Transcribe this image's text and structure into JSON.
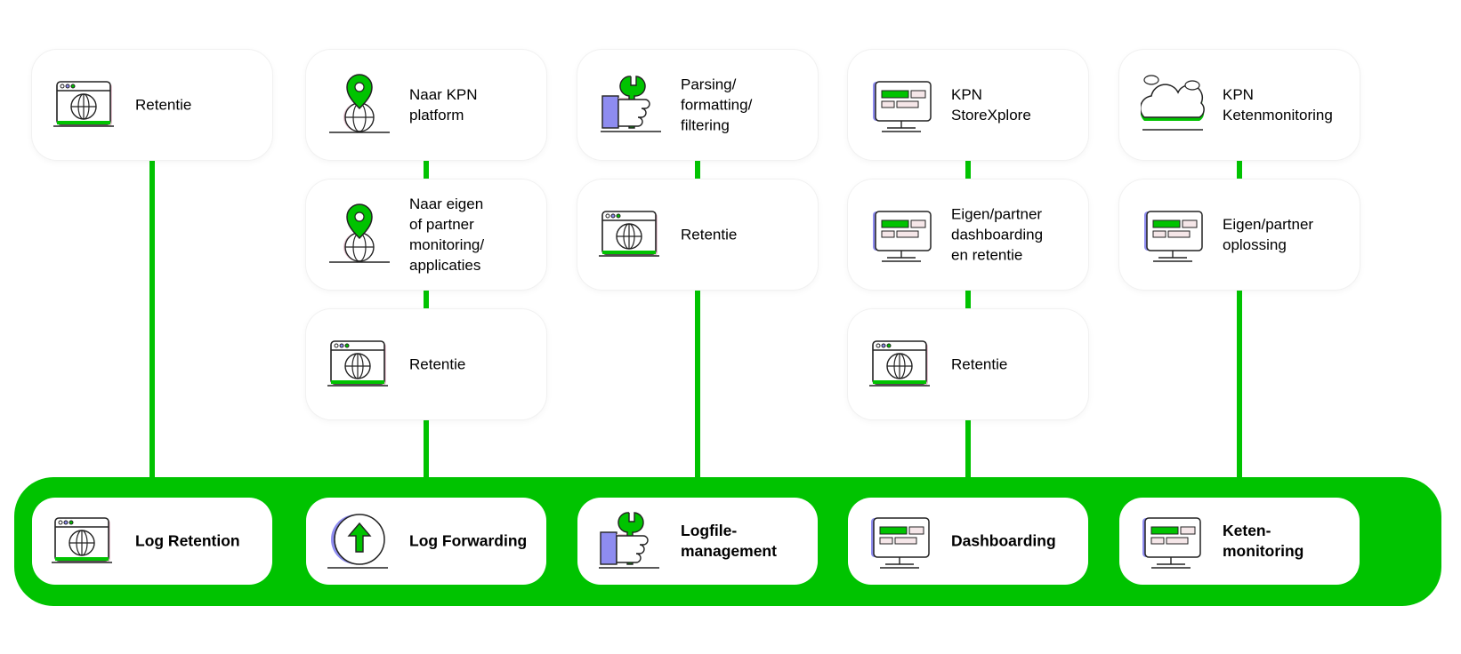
{
  "colors": {
    "accent": "#00c300",
    "purple": "#8e8cf0",
    "pink": "#e6c3d0"
  },
  "columns": [
    {
      "modules": [
        {
          "icon": "browser-globe-icon",
          "label": "Retentie"
        }
      ],
      "base": {
        "icon": "browser-globe-icon",
        "label": "Log Retention"
      }
    },
    {
      "modules": [
        {
          "icon": "location-globe-icon",
          "label": "Naar KPN\nplatform"
        },
        {
          "icon": "location-globe-icon",
          "label": "Naar eigen\nof partner\nmonitoring/\napplicaties"
        },
        {
          "icon": "browser-globe-icon",
          "label": "Retentie"
        }
      ],
      "base": {
        "icon": "upload-arrow-icon",
        "label": "Log Forwarding"
      }
    },
    {
      "modules": [
        {
          "icon": "wrench-hand-icon",
          "label": "Parsing/\nformatting/\nfiltering"
        },
        {
          "icon": "browser-globe-icon",
          "label": "Retentie"
        }
      ],
      "base": {
        "icon": "wrench-hand-icon",
        "label": "Logfile-\nmanagement"
      }
    },
    {
      "modules": [
        {
          "icon": "monitor-dashboard-icon",
          "label": "KPN\nStoreXplore"
        },
        {
          "icon": "monitor-dashboard-icon",
          "label": "Eigen/partner\ndashboarding\nen retentie"
        },
        {
          "icon": "browser-globe-icon",
          "label": "Retentie"
        }
      ],
      "base": {
        "icon": "monitor-dashboard-icon",
        "label": "Dashboarding"
      }
    },
    {
      "modules": [
        {
          "icon": "cloud-icon",
          "label": "KPN\nKetenmonitoring"
        },
        {
          "icon": "monitor-dashboard-icon",
          "label": "Eigen/partner\noplossing"
        }
      ],
      "base": {
        "icon": "monitor-dashboard-icon",
        "label": "Keten-\nmonitoring"
      }
    }
  ]
}
